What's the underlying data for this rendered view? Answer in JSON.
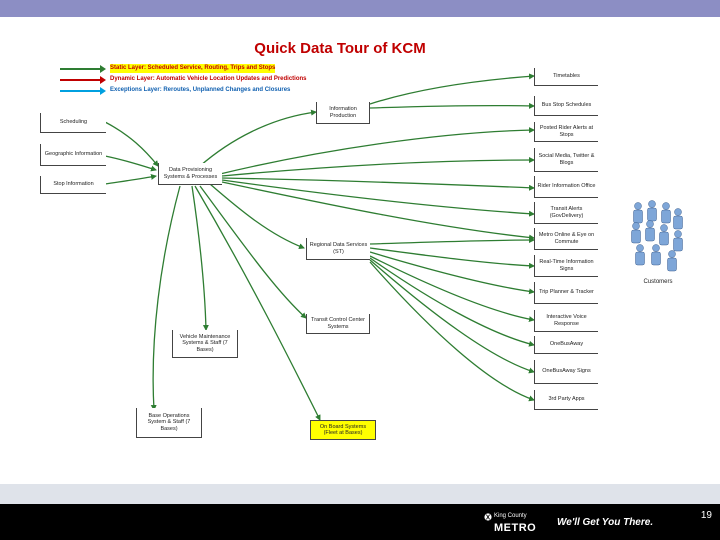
{
  "slide": {
    "title": "Quick Data Tour of KCM",
    "page_number": "19"
  },
  "legend": [
    {
      "label": "Static Layer: Scheduled Service, Routing, Trips and Stops",
      "color": "#2e7d32",
      "highlight": "#ffff00"
    },
    {
      "label": "Dynamic Layer: Automatic Vehicle Location Updates and Predictions",
      "color": "#c00000"
    },
    {
      "label": "Exceptions Layer: Reroutes, Unplanned Changes and Closures",
      "color": "#00a0e0"
    }
  ],
  "inputs": {
    "scheduling": "Scheduling",
    "geographic": "Geographic Information",
    "stop_info": "Stop Information"
  },
  "core": {
    "data_provisioning": "Data Provisioning Systems & Processes",
    "information_production": "Information Production",
    "regional_data": "Regional Data Services (ST)",
    "transit_control": "Transit Control Center Systems",
    "vehicle_maintenance": "Vehicle Maintenance Systems & Staff (7 Bases)",
    "base_operations": "Base Operations System & Staff (7 Bases)",
    "on_board": "On Board Systems (Fleet at Bases)"
  },
  "outputs": [
    "Timetables",
    "Bus Stop Schedules",
    "Posted Rider Alerts at Stops",
    "Social Media, Twitter & Blogs",
    "Rider Information Office",
    "Transit Alerts (GovDelivery)",
    "Metro Online & Eye on Commute",
    "Real-Time Information Signs",
    "Trip Planner & Tracker",
    "Interactive Voice Response",
    "OneBusAway",
    "OneBusAway Signs",
    "3rd Party Apps"
  ],
  "customers_label": "Customers",
  "footer": {
    "org": "King County",
    "brand": "METRO",
    "tagline": "We'll Get You There."
  },
  "colors": {
    "static": "#2e7d32",
    "topbar": "#8c8ec4",
    "footer": "#000000",
    "title": "#c00000"
  }
}
